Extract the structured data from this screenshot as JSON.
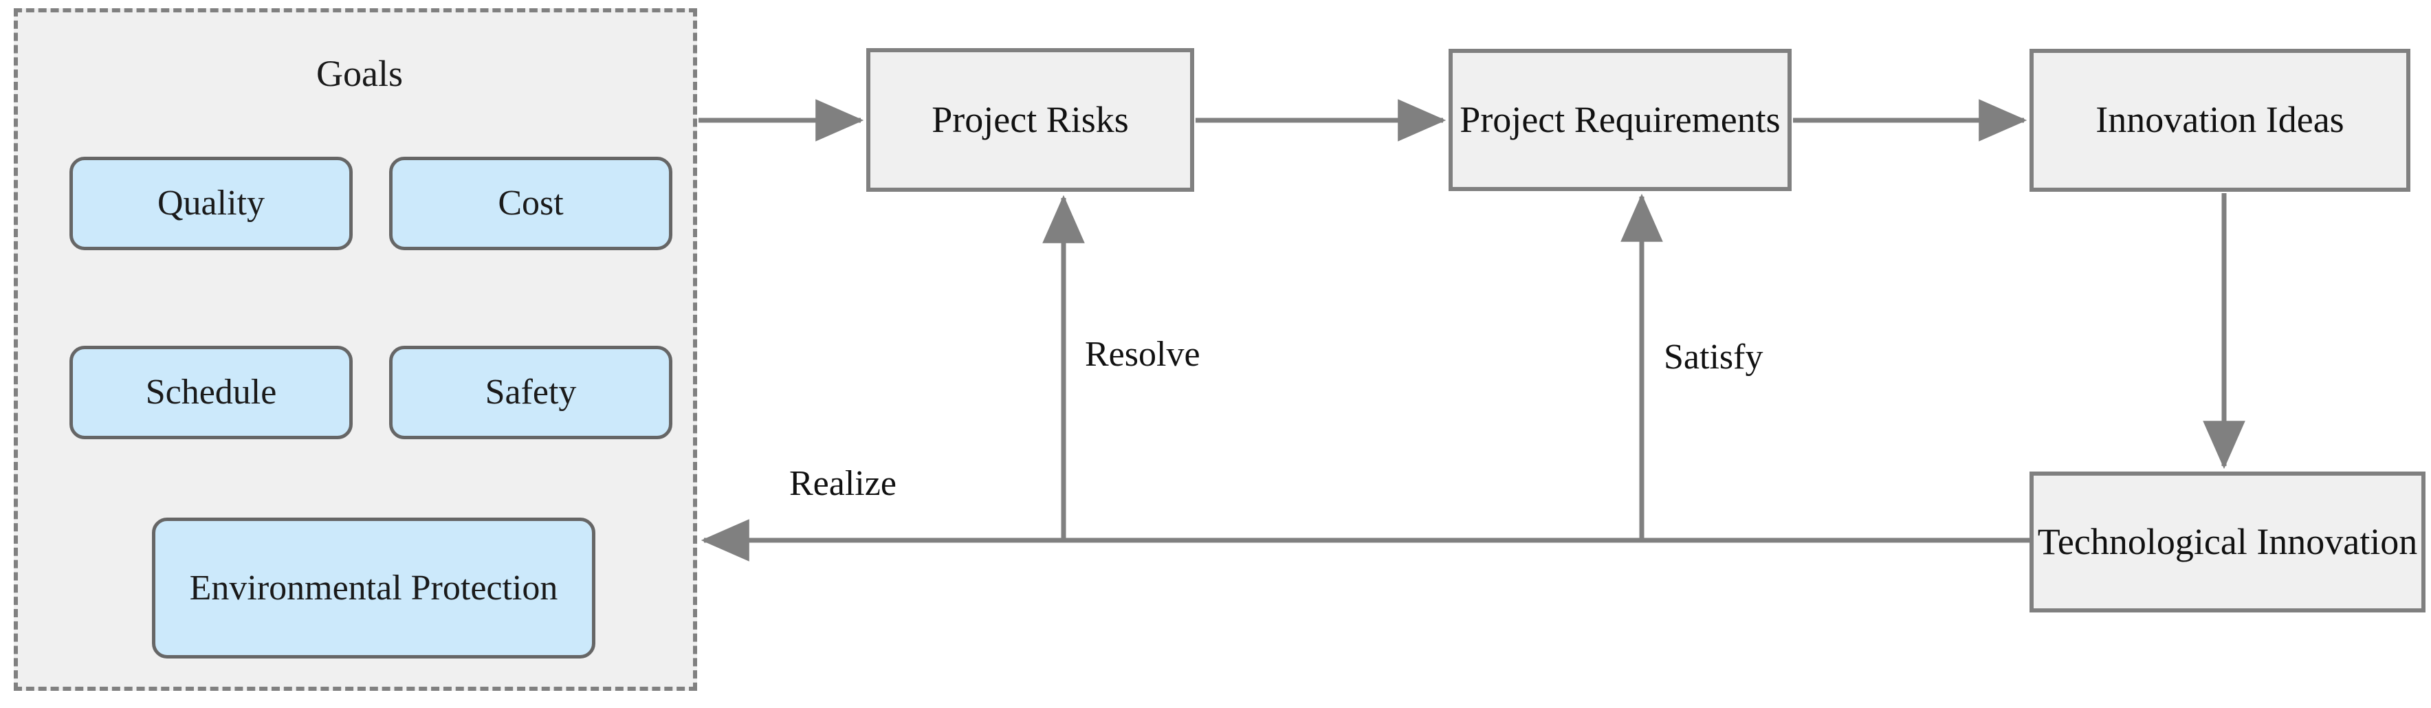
{
  "diagram": {
    "title_visible": false,
    "colors": {
      "chip_fill": "#cce9fb",
      "box_fill": "#f0f0f0",
      "stroke": "#808080",
      "chip_stroke": "#666666",
      "text": "#111111",
      "canvas": "#ffffff"
    },
    "goals_group": {
      "label": "Goals",
      "border_style": "dashed",
      "items": [
        {
          "label": "Quality"
        },
        {
          "label": "Cost"
        },
        {
          "label": "Schedule"
        },
        {
          "label": "Safety"
        },
        {
          "label": "Environmental Protection"
        }
      ]
    },
    "process_nodes": [
      {
        "id": "project-risks",
        "label": "Project Risks"
      },
      {
        "id": "project-requirements",
        "label": "Project Requirements"
      },
      {
        "id": "innovation-ideas",
        "label": "Innovation Ideas"
      },
      {
        "id": "technological-innovation",
        "label": "Technological Innovation"
      }
    ],
    "edges": [
      {
        "id": "goals-to-risks",
        "from": "Goals",
        "to": "Project Risks",
        "label": "",
        "direction": "right"
      },
      {
        "id": "risks-to-requirements",
        "from": "Project Risks",
        "to": "Project Requirements",
        "label": "",
        "direction": "right"
      },
      {
        "id": "requirements-to-ideas",
        "from": "Project Requirements",
        "to": "Innovation Ideas",
        "label": "",
        "direction": "right"
      },
      {
        "id": "ideas-to-technological",
        "from": "Innovation Ideas",
        "to": "Technological Innovation",
        "label": "",
        "direction": "down"
      },
      {
        "id": "technological-to-goals",
        "from": "Technological Innovation",
        "to": "Goals",
        "label": "Realize",
        "direction": "left"
      },
      {
        "id": "bottom-to-risks",
        "from": "Technological Innovation",
        "to": "Project Risks",
        "label": "Resolve",
        "direction": "up"
      },
      {
        "id": "bottom-to-requirements",
        "from": "Technological Innovation",
        "to": "Project Requirements",
        "label": "Satisfy",
        "direction": "up"
      }
    ]
  }
}
